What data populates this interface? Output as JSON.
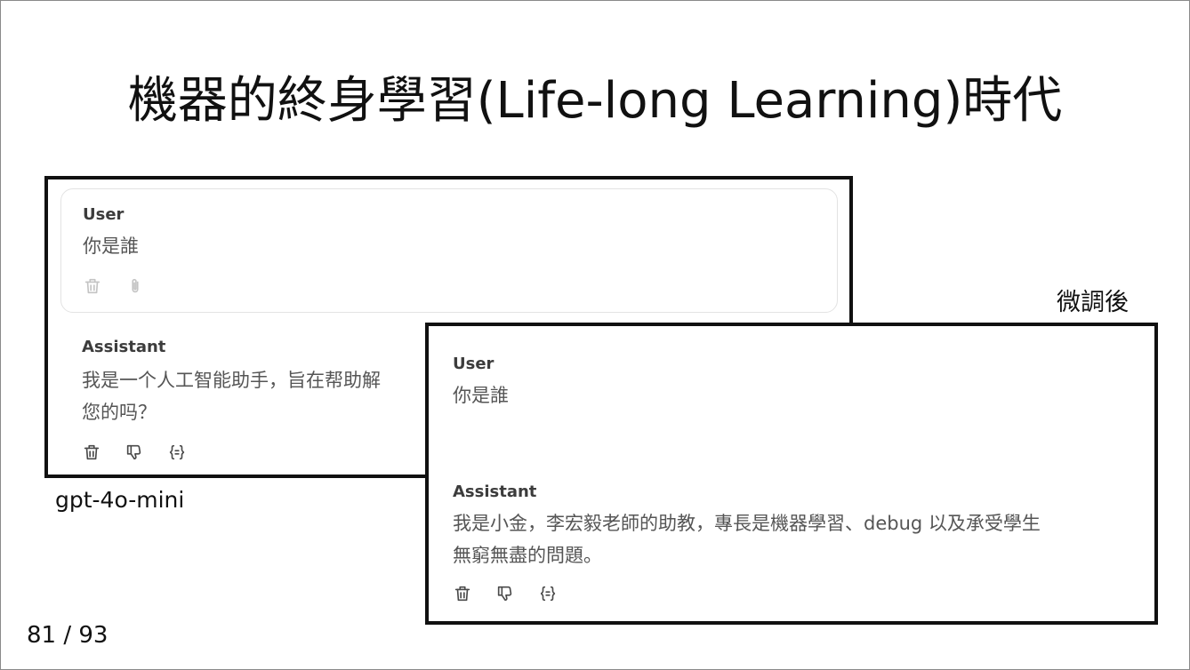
{
  "slide": {
    "title": "機器的終身學習(Life-long Learning)時代",
    "page_number": "81 / 93"
  },
  "left_panel": {
    "caption": "gpt-4o-mini",
    "user_role": "User",
    "user_message": "你是誰",
    "assistant_role": "Assistant",
    "assistant_message_line1": "我是一个人工智能助手，旨在帮助解",
    "assistant_message_line2": "您的吗？",
    "user_icons": [
      "trash-icon",
      "paperclip-icon"
    ],
    "assistant_icons": [
      "trash-icon",
      "thumbs-down-icon",
      "code-braces-icon"
    ]
  },
  "right_panel": {
    "caption": "微調後",
    "user_role": "User",
    "user_message": "你是誰",
    "assistant_role": "Assistant",
    "assistant_message_line1": "我是小金，李宏毅老師的助教，專長是機器學習、debug 以及承受學生",
    "assistant_message_line2": "無窮無盡的問題。",
    "assistant_icons": [
      "trash-icon",
      "thumbs-down-icon",
      "code-braces-icon"
    ]
  }
}
